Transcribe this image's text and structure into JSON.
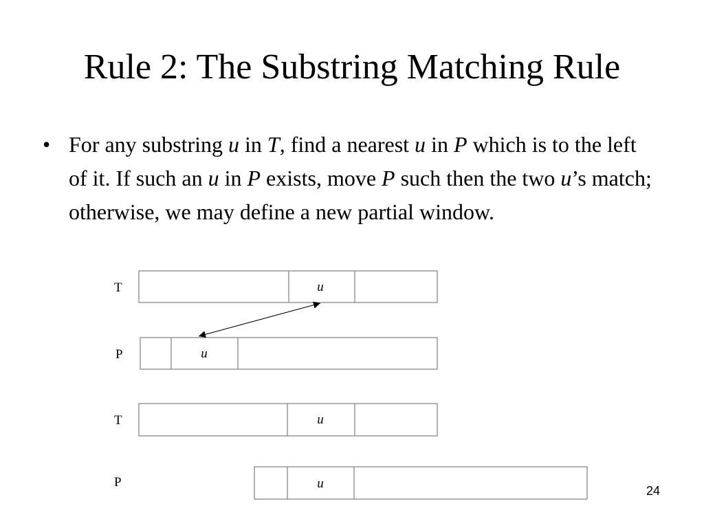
{
  "slide": {
    "title": "Rule 2:  The Substring Matching Rule",
    "bullet_marker": "•",
    "bullet": [
      {
        "text": "For any substring ",
        "italic": false
      },
      {
        "text": "u",
        "italic": true
      },
      {
        "text": " in ",
        "italic": false
      },
      {
        "text": "T",
        "italic": true
      },
      {
        "text": ", find a nearest ",
        "italic": false
      },
      {
        "text": "u",
        "italic": true
      },
      {
        "text": " in ",
        "italic": false
      },
      {
        "text": "P",
        "italic": true
      },
      {
        "text": " which is to the left of it.  If such an ",
        "italic": false
      },
      {
        "text": "u",
        "italic": true
      },
      {
        "text": " in ",
        "italic": false
      },
      {
        "text": "P",
        "italic": true
      },
      {
        "text": " exists, move ",
        "italic": false
      },
      {
        "text": "P",
        "italic": true
      },
      {
        "text": " such then the two ",
        "italic": false
      },
      {
        "text": "u",
        "italic": true
      },
      {
        "text": "’s match; otherwise, we may define a new partial window.",
        "italic": false
      }
    ],
    "page_number": "24"
  },
  "diagram": {
    "rows": [
      {
        "label": "T",
        "cells": [
          "",
          "u",
          ""
        ]
      },
      {
        "label": "P",
        "cells": [
          "",
          "u",
          ""
        ]
      },
      {
        "label": "T",
        "cells": [
          "",
          "u",
          ""
        ]
      },
      {
        "label": "P",
        "cells": [
          "",
          "u",
          ""
        ]
      }
    ],
    "colors": {
      "stroke": "#888888",
      "arrow": "#000000",
      "text": "#000000"
    }
  }
}
